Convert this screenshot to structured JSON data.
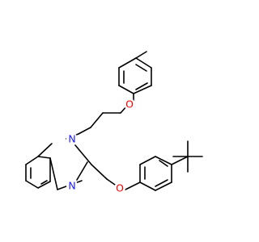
{
  "image_kind": "skeletal chemical structure",
  "colors": {
    "bond": "#000000",
    "nitrogen": "#1a1aff",
    "oxygen": "#ff0000",
    "background": "#ffffff"
  },
  "atom_labels": {
    "n1": "N",
    "n3": "N",
    "o_upper": "O",
    "o_lower": "O"
  }
}
